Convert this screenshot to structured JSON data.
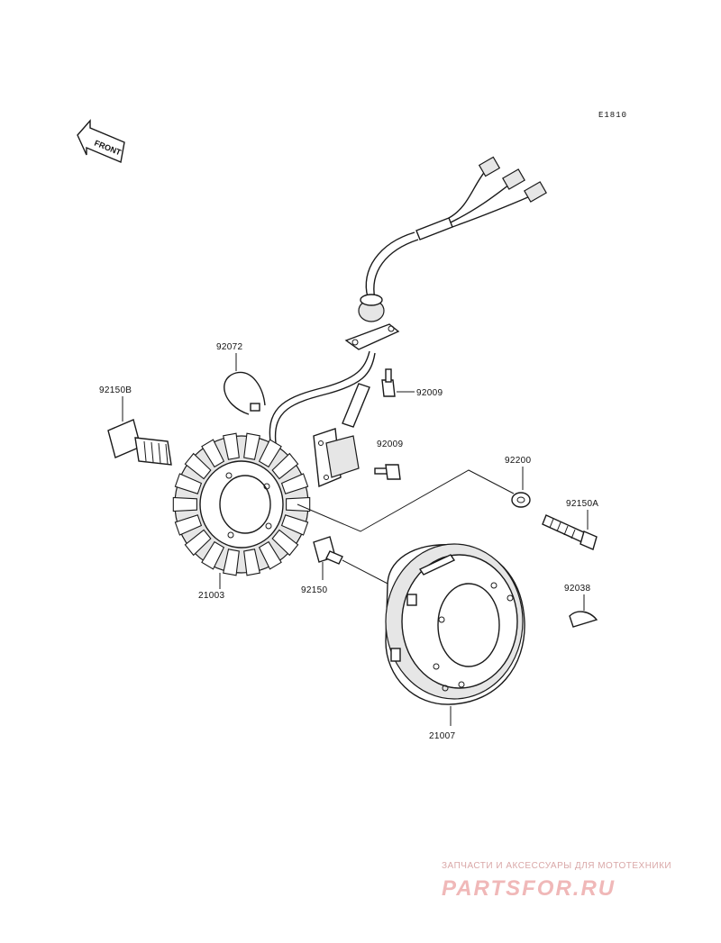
{
  "diagram": {
    "code": "E1810",
    "front_label": "FRONT",
    "parts": [
      {
        "id": "p-92072",
        "number": "92072"
      },
      {
        "id": "p-92150b",
        "number": "92150B"
      },
      {
        "id": "p-92009a",
        "number": "92009"
      },
      {
        "id": "p-92009b",
        "number": "92009"
      },
      {
        "id": "p-92200",
        "number": "92200"
      },
      {
        "id": "p-92150a",
        "number": "92150A"
      },
      {
        "id": "p-21003",
        "number": "21003"
      },
      {
        "id": "p-92150",
        "number": "92150"
      },
      {
        "id": "p-92038",
        "number": "92038"
      },
      {
        "id": "p-21007",
        "number": "21007"
      }
    ]
  },
  "watermark": {
    "tagline": "ЗАПЧАСТИ И АКСЕССУАРЫ ДЛЯ МОТОТЕХНИКИ",
    "brand": "PARTSFOR.RU"
  }
}
